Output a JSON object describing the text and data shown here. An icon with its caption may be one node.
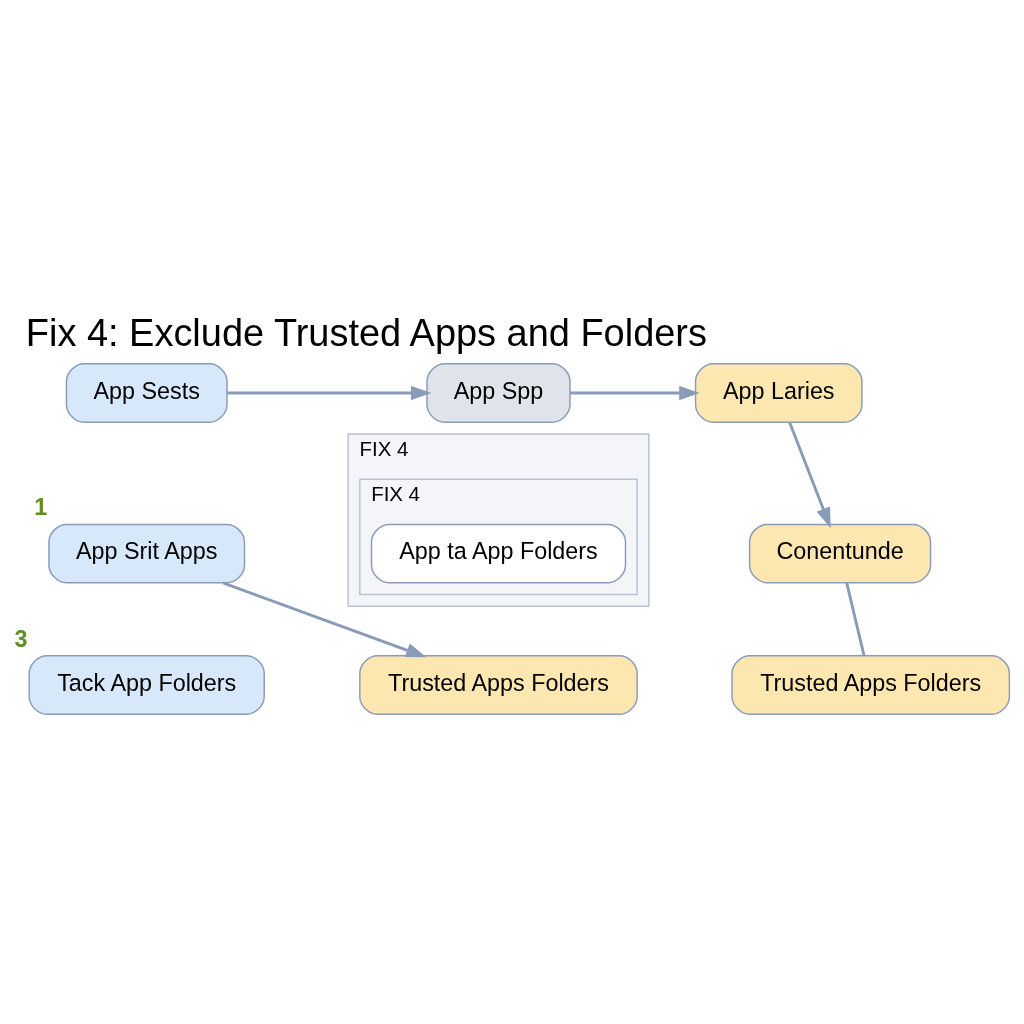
{
  "diagram": {
    "title": "Fix 4: Exclude Trusted Apps and Folders",
    "nodes": [
      {
        "text": [
          "App Sests"
        ]
      },
      {
        "text": [
          "App Spp"
        ]
      },
      {
        "text": [
          "App Laries"
        ]
      },
      {
        "text": [
          "App Srit Apps"
        ],
        "beside": [
          "1"
        ]
      },
      {
        "text": [
          "FIX 4"
        ]
      },
      {
        "text": [
          "FIX 4"
        ],
        "in": 4
      },
      {
        "text": [
          "App ta App Folders"
        ],
        "in": 5
      },
      {
        "text": [
          "Conentunde"
        ]
      },
      {
        "text": [
          "Tack App Folders"
        ],
        "beside": [
          "3"
        ]
      },
      {
        "text": [
          "Trusted Apps Folders"
        ]
      },
      {
        "text": [
          "Trusted Apps Folders"
        ]
      }
    ],
    "edges": [
      {
        "from": 0,
        "to": 1,
        "arrow": "to"
      },
      {
        "from": 1,
        "to": 2,
        "arrow": "to"
      },
      {
        "from": 2,
        "to": 7,
        "arrow": "to"
      },
      {
        "from": 3,
        "to": 9,
        "arrow": "to"
      },
      {
        "from": 7,
        "to": 10,
        "arrow": "none"
      }
    ]
  }
}
